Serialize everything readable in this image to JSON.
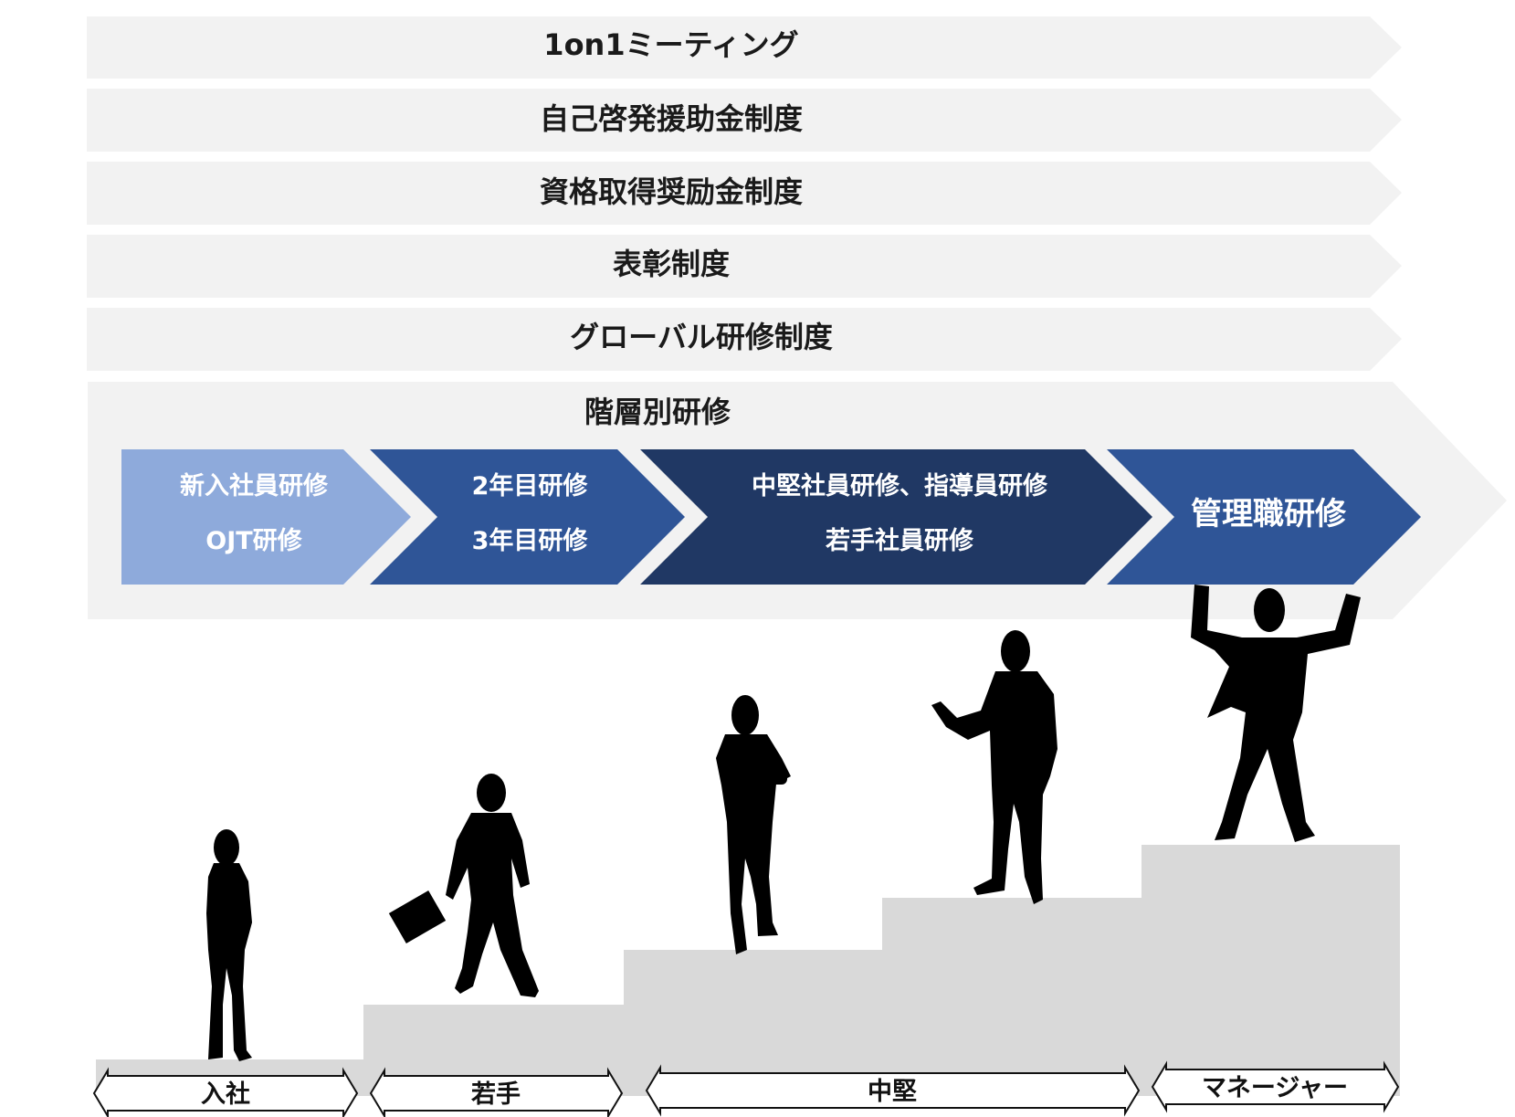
{
  "bands": [
    {
      "label": "1on1ミーティング"
    },
    {
      "label": "自己啓発援助金制度"
    },
    {
      "label": "資格取得奨励金制度"
    },
    {
      "label": "表彰制度"
    },
    {
      "label": "グローバル研修制度"
    }
  ],
  "hierarchy": {
    "title": "階層別研修",
    "steps": [
      {
        "line1": "新入社員研修",
        "line2": "OJT研修",
        "color": "#8eaadb"
      },
      {
        "line1": "2年目研修",
        "line2": "3年目研修",
        "color": "#2f5597"
      },
      {
        "line1": "中堅社員研修、指導員研修",
        "line2": "若手社員研修",
        "color": "#203864"
      },
      {
        "line1": "管理職研修",
        "line2": "",
        "color": "#2f5597"
      }
    ]
  },
  "stages": [
    {
      "label": "入社"
    },
    {
      "label": "若手"
    },
    {
      "label": "中堅"
    },
    {
      "label": "マネージャー"
    }
  ],
  "colors": {
    "band_fill": "#f2f2f2",
    "stairs_fill": "#d9d9d9",
    "figure_fill": "#000000"
  }
}
